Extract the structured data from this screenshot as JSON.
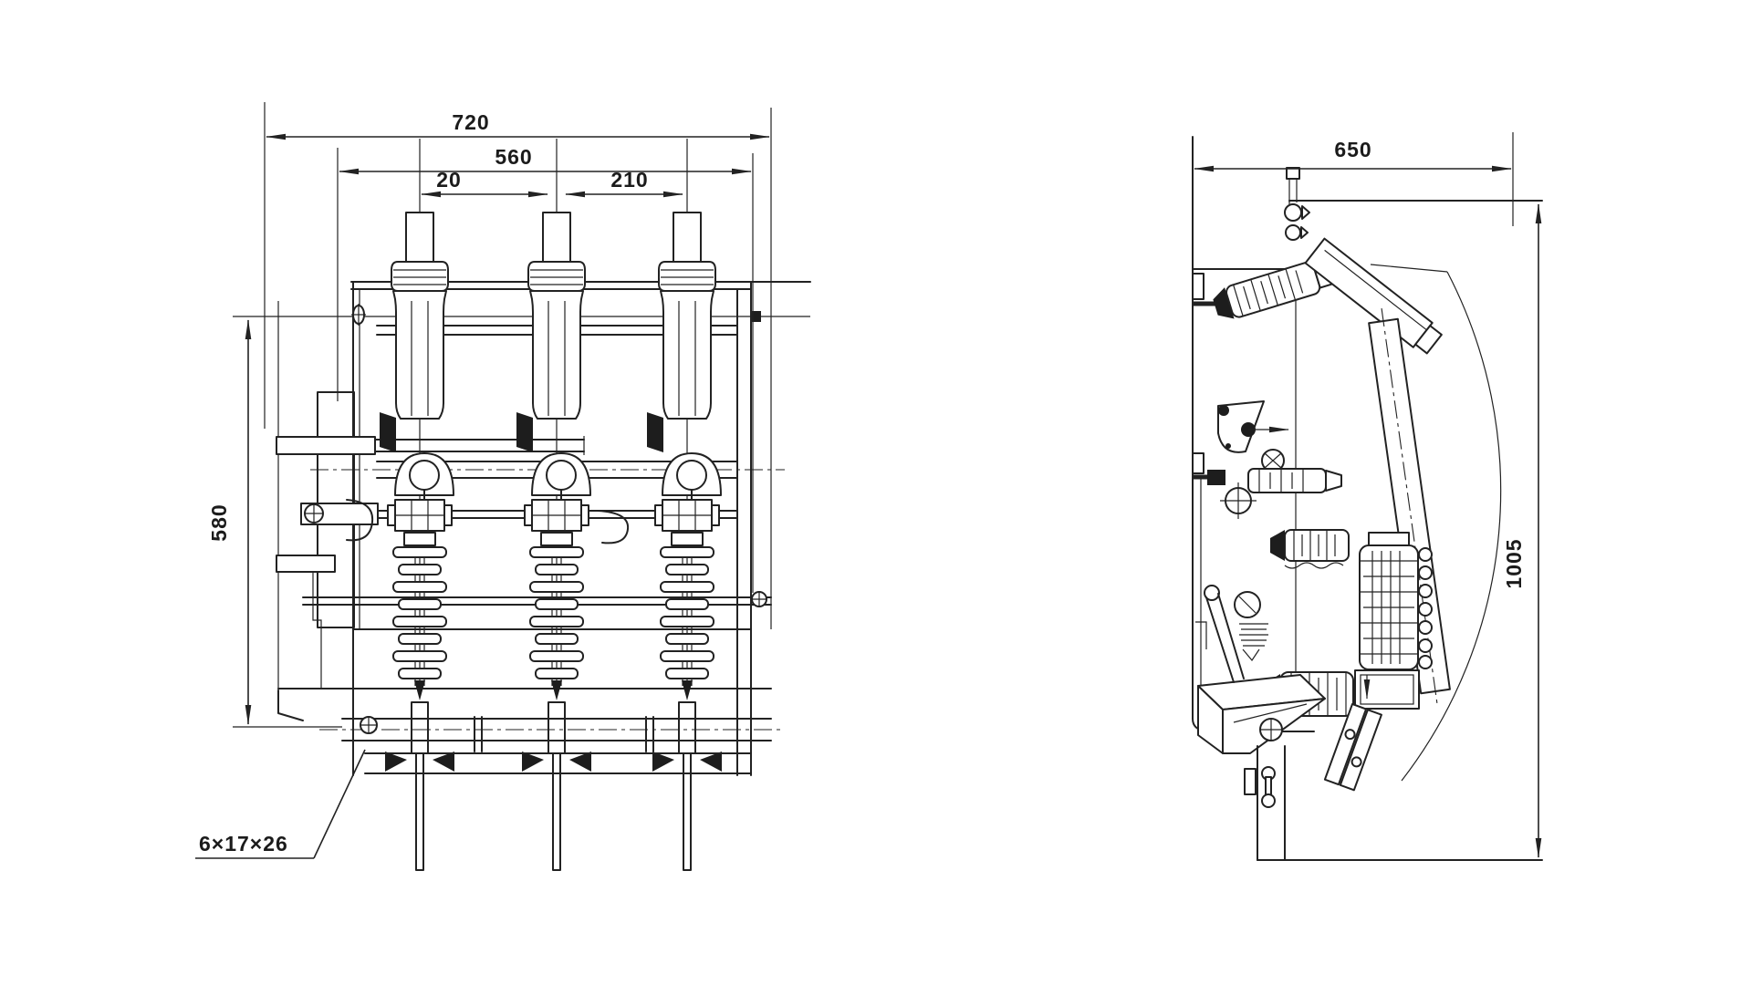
{
  "page": {
    "background": "#ffffff",
    "ink": "#222222"
  },
  "front_view": {
    "dimensions": {
      "overall_width": "720",
      "bushing_span": "560",
      "gap_small": "20",
      "phase_pitch": "210",
      "height": "580",
      "slot": "6×17×26"
    }
  },
  "side_view": {
    "dimensions": {
      "depth": "650",
      "overall_height": "1005"
    }
  }
}
